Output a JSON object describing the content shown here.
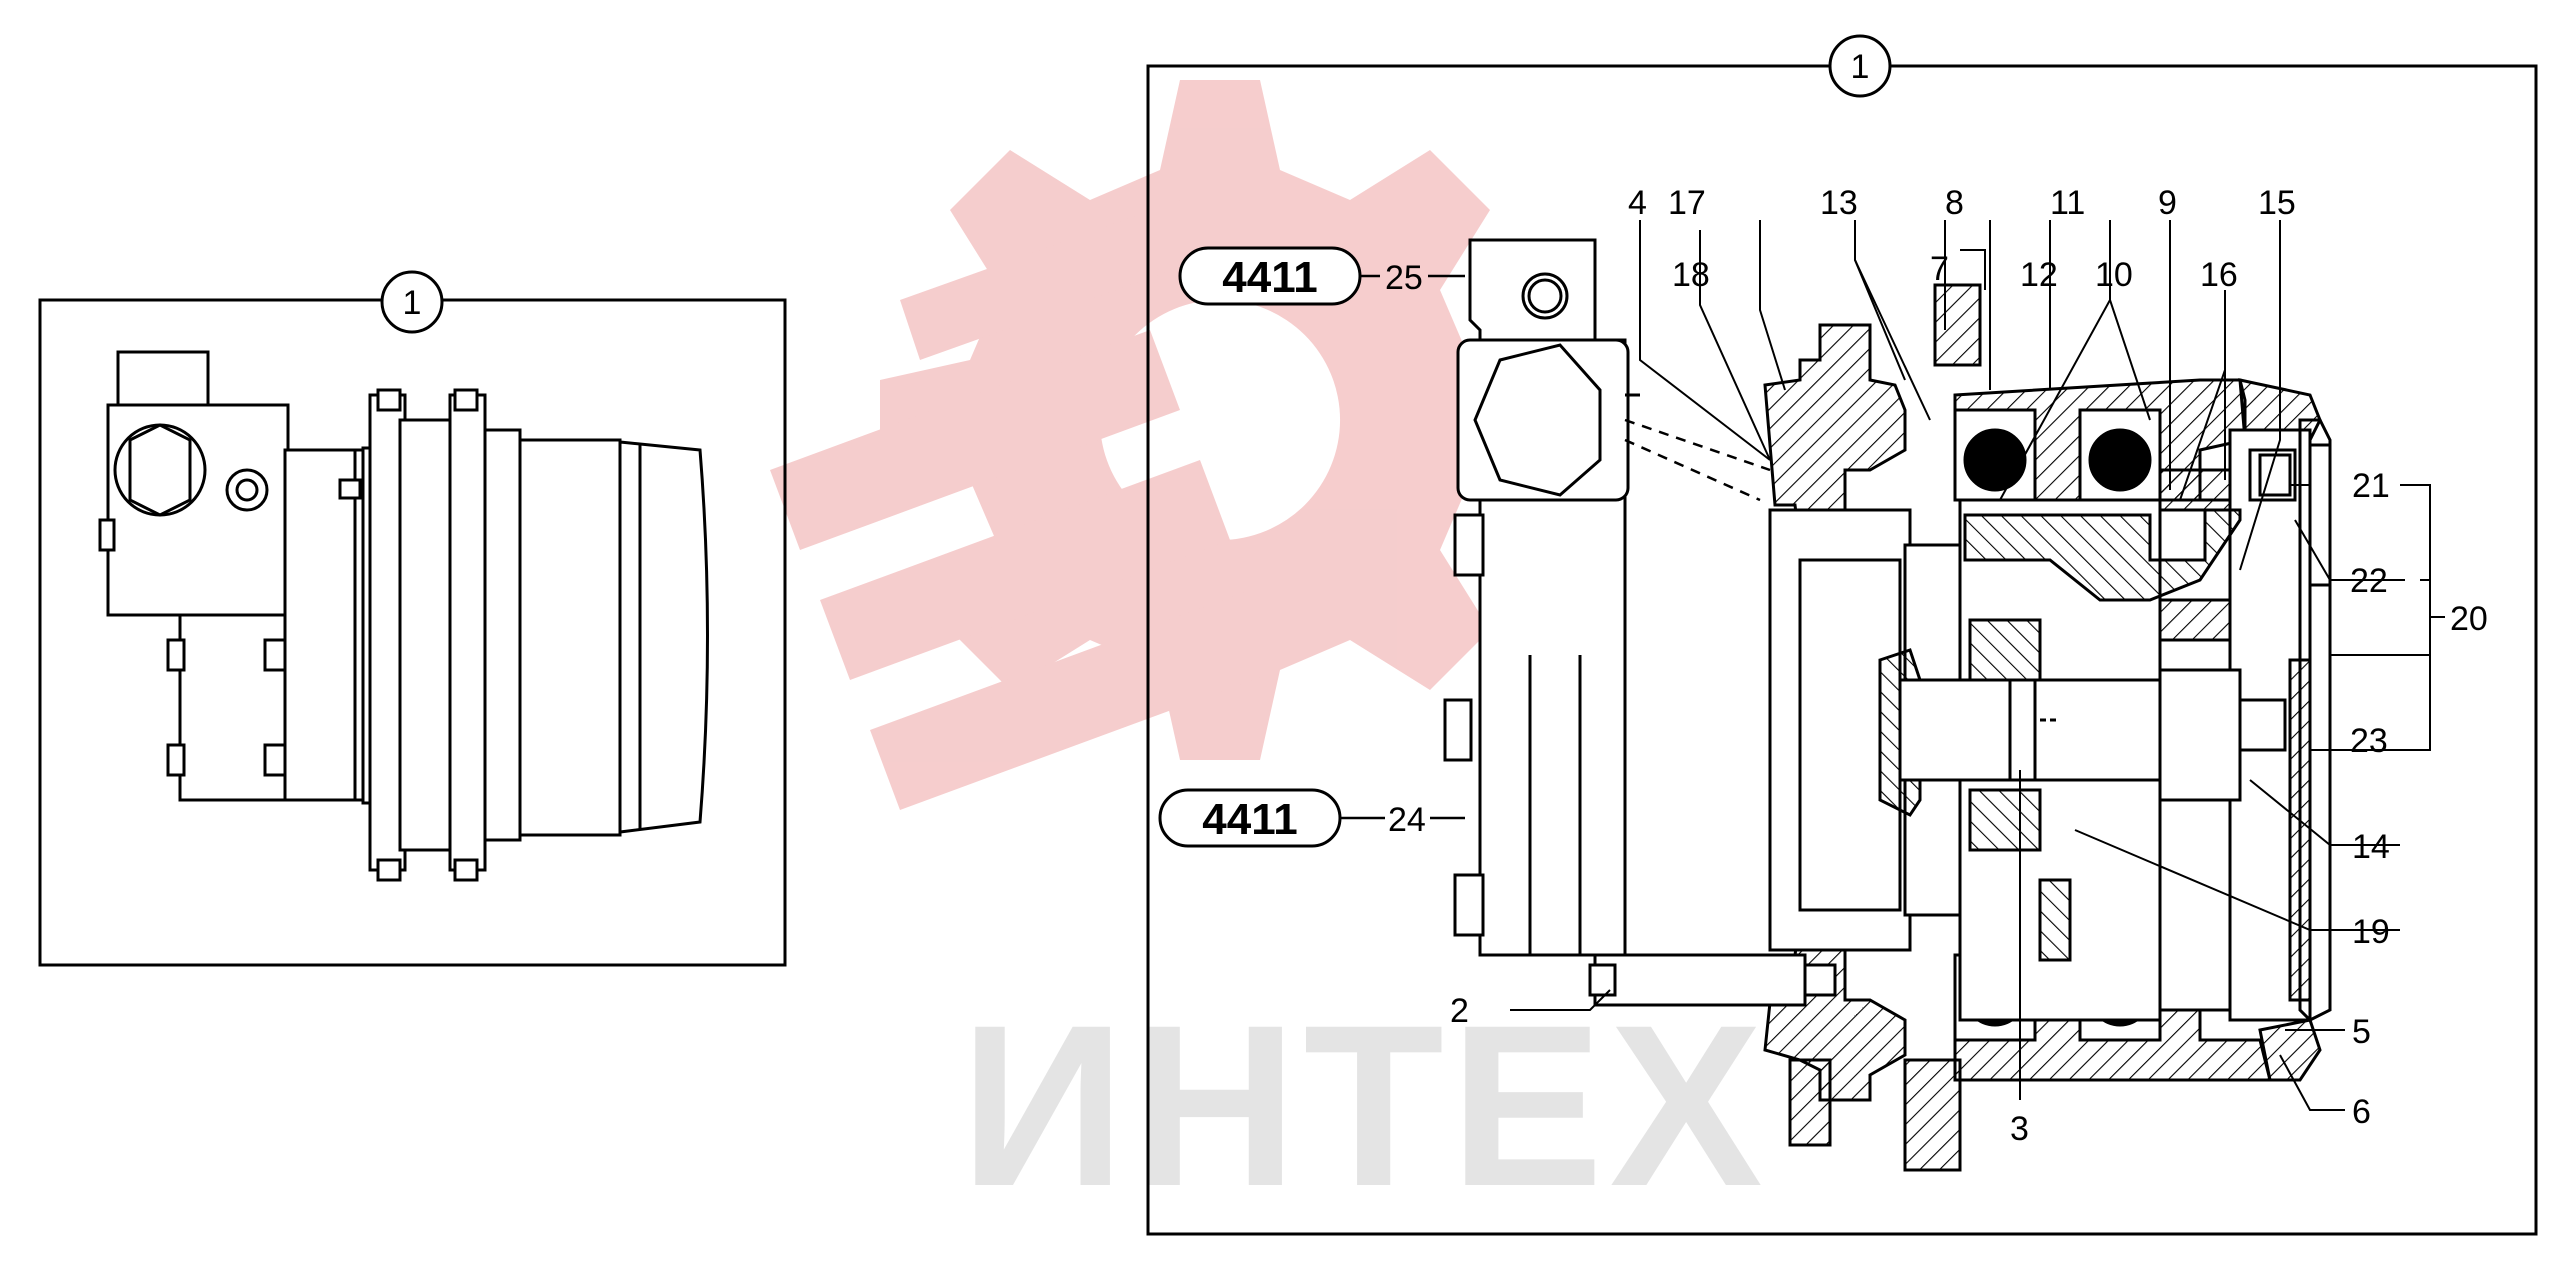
{
  "watermark": {
    "text": "ИНТЕХ",
    "color": "#f5c8c8",
    "text_color": "#e2e2e2"
  },
  "overview_panel": {
    "circle_label": "1"
  },
  "section_panel": {
    "circle_label": "1",
    "kit_badges": [
      {
        "code": "4411",
        "ref": "25"
      },
      {
        "code": "4411",
        "ref": "24"
      }
    ],
    "callouts": [
      {
        "id": "2",
        "label": "2"
      },
      {
        "id": "3",
        "label": "3"
      },
      {
        "id": "4",
        "label": "4"
      },
      {
        "id": "5",
        "label": "5"
      },
      {
        "id": "6",
        "label": "6"
      },
      {
        "id": "7",
        "label": "7"
      },
      {
        "id": "8",
        "label": "8"
      },
      {
        "id": "9",
        "label": "9"
      },
      {
        "id": "10",
        "label": "10"
      },
      {
        "id": "11",
        "label": "11"
      },
      {
        "id": "12",
        "label": "12"
      },
      {
        "id": "13",
        "label": "13"
      },
      {
        "id": "14",
        "label": "14"
      },
      {
        "id": "15",
        "label": "15"
      },
      {
        "id": "16",
        "label": "16"
      },
      {
        "id": "17",
        "label": "17"
      },
      {
        "id": "18",
        "label": "18"
      },
      {
        "id": "19",
        "label": "19"
      },
      {
        "id": "20",
        "label": "20"
      },
      {
        "id": "21",
        "label": "21"
      },
      {
        "id": "22",
        "label": "22"
      },
      {
        "id": "23",
        "label": "23"
      }
    ]
  }
}
